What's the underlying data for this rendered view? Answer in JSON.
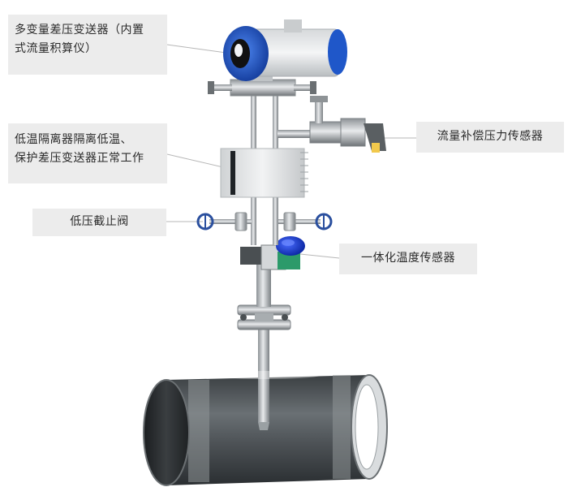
{
  "labels": {
    "transmitter_line1": "多变量差压变送器（内置",
    "transmitter_line2": "式流量积算仪）",
    "isolator_line1": "低温隔离器隔离低温、",
    "isolator_line2": "保护差压变送器正常工作",
    "low_pressure_valve": "低压截止阀",
    "flow_pressure_sensor": "流量补偿压力传感器",
    "temperature_sensor": "一体化温度传感器"
  },
  "colors": {
    "label_background": "#ececec",
    "transmitter_blue": "#1f57c9",
    "valve_handle_blue": "#2a4f9e",
    "pipe_gray": "#555b5f",
    "temp_sensor_blue": "#1a3fd6",
    "temp_sensor_green": "#2c9a6a"
  }
}
